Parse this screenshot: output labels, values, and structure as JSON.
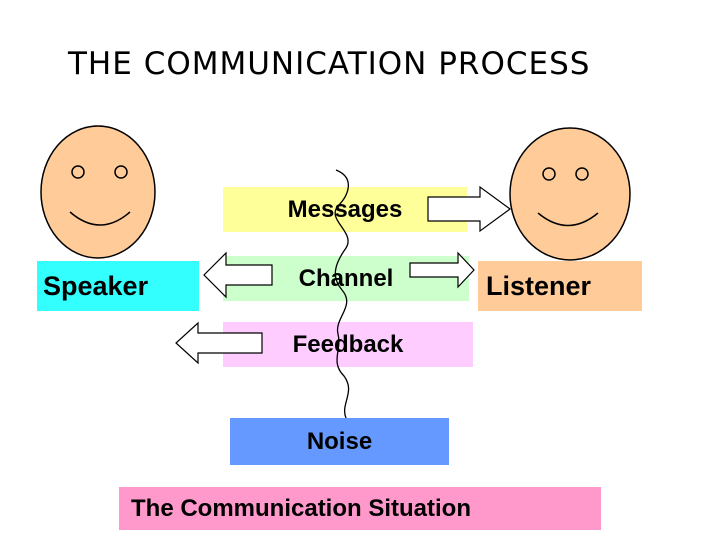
{
  "title": "THE COMMUNICATION PROCESS",
  "boxes": {
    "messages": "Messages",
    "channel": "Channel",
    "feedback": "Feedback",
    "speaker": "Speaker",
    "listener": "Listener",
    "noise": "Noise",
    "situation": "The Communication Situation"
  },
  "colors": {
    "messages": "#ffff99",
    "channel": "#ccffcc",
    "feedback": "#ffccff",
    "speaker": "#33ffff",
    "listener": "#ffcc99",
    "noise": "#6699ff",
    "situation": "#ff99cc",
    "face": "#ffcc99"
  },
  "icons": [
    "smiley-face-icon",
    "arrow-right-icon",
    "arrow-left-icon",
    "noise-squiggle-line"
  ]
}
